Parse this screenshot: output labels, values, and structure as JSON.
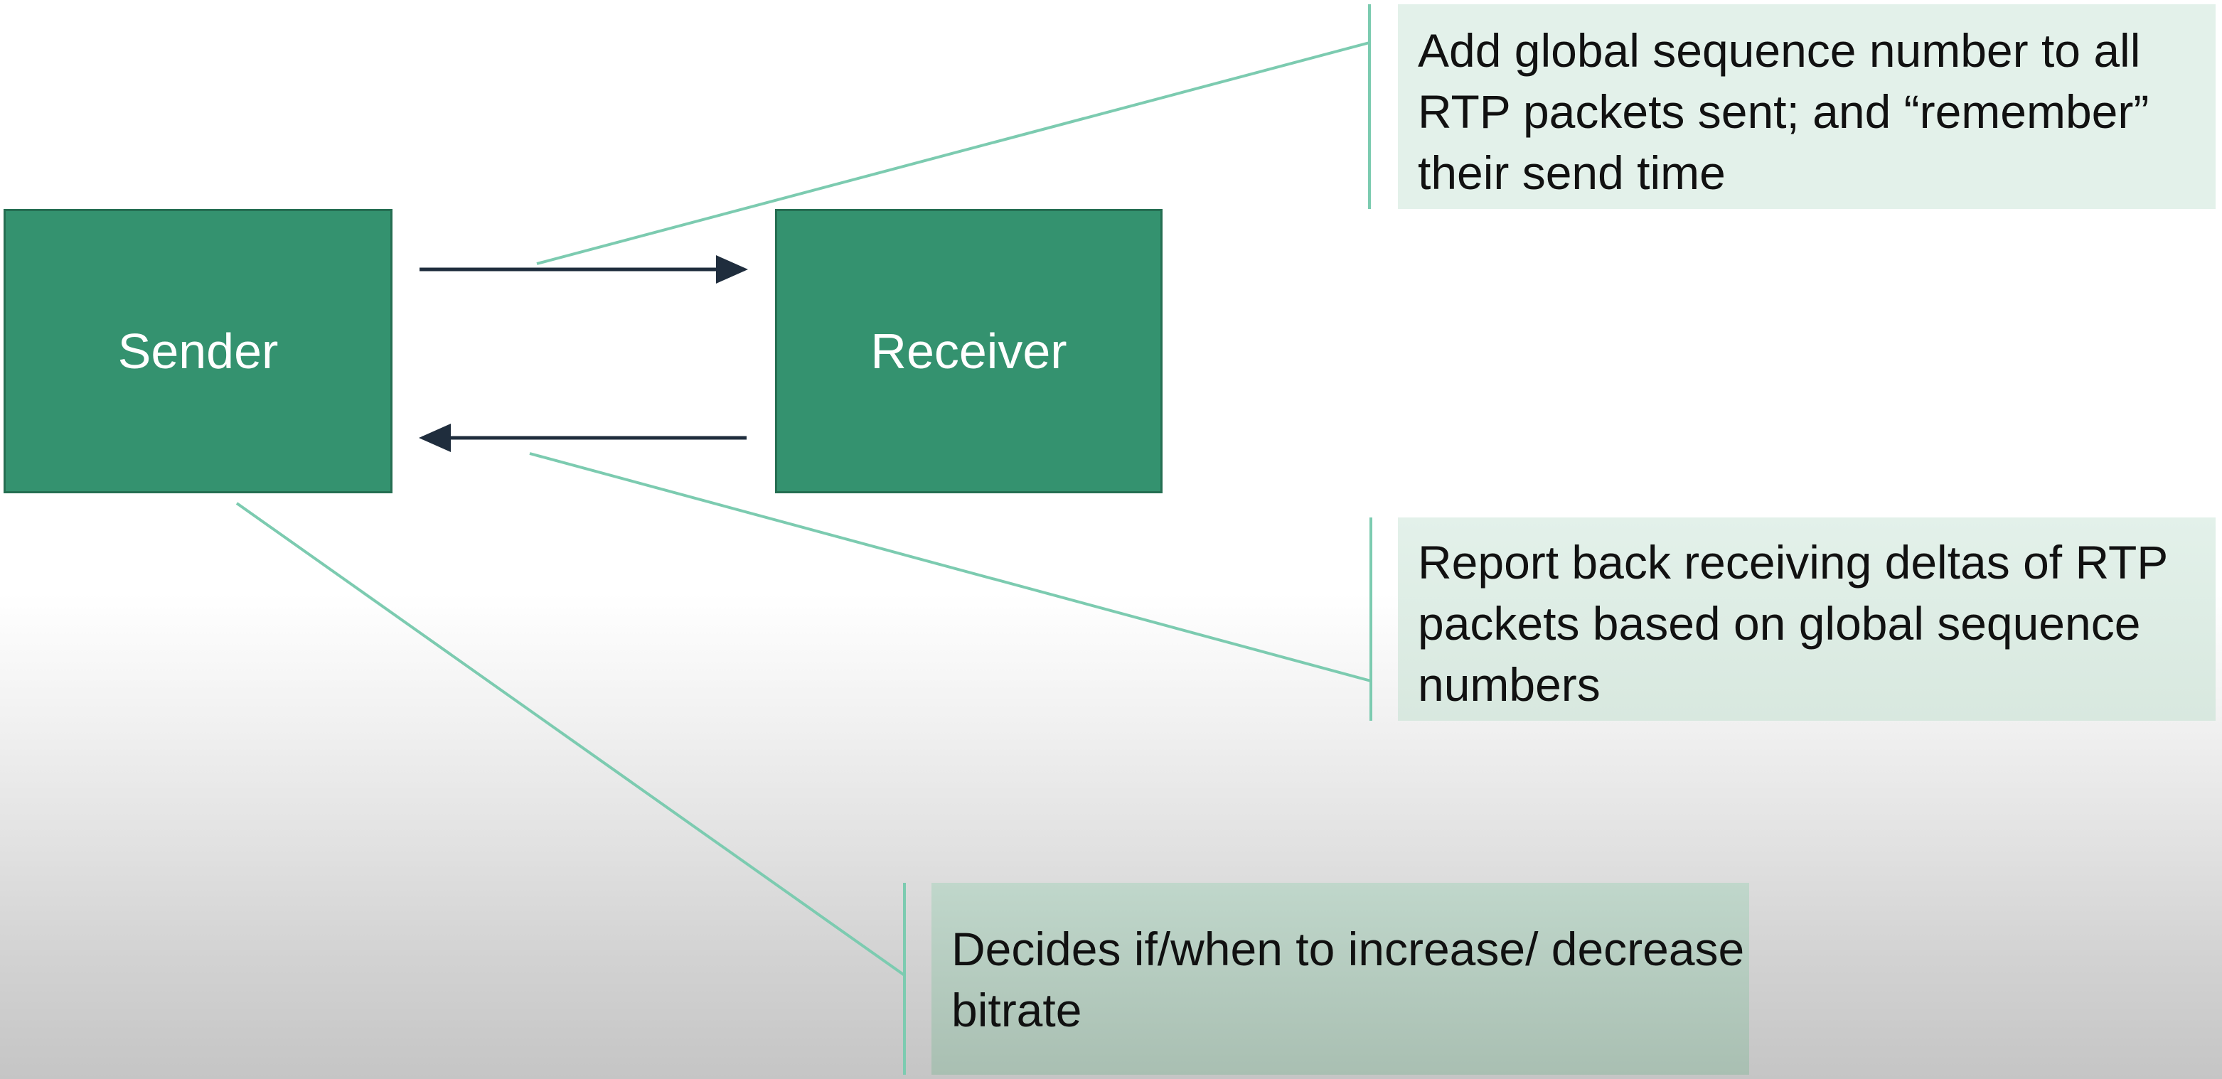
{
  "nodes": {
    "sender_label": "Sender",
    "receiver_label": "Receiver"
  },
  "callouts": {
    "sender_sequence": "Add global sequence number to all RTP packets sent; and “remember” their send time",
    "receiver_report": "Report back receiving deltas of RTP packets based on global sequence numbers",
    "sender_decision": "Decides if/when to increase/ decrease bitrate"
  },
  "colors": {
    "node_fill": "#34926f",
    "node_border": "#256e52",
    "callout_fill": "#e3f1ea",
    "callout_line": "#7ccbb0",
    "arrow": "#1f2d3d"
  }
}
